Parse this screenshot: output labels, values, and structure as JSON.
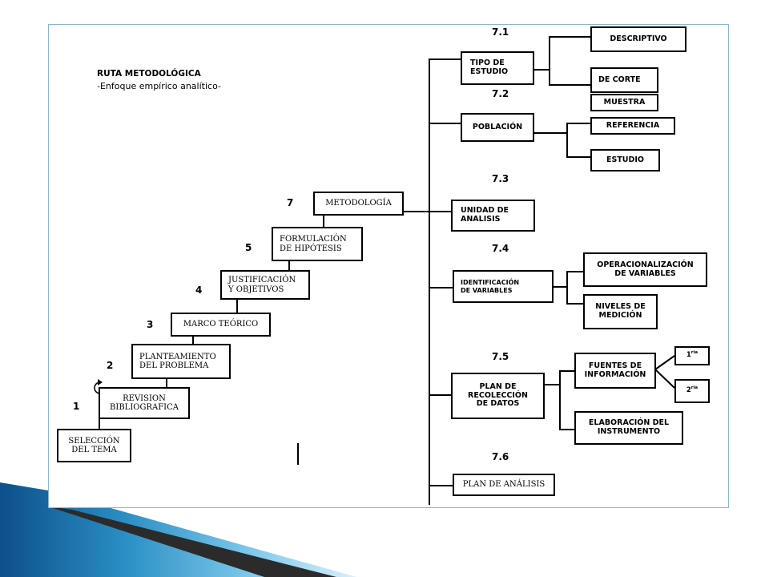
{
  "title": {
    "heading": "RUTA METODOLÓGICA",
    "subheading": "-Enfoque empírico analítico-"
  },
  "steps": [
    {
      "number": "1",
      "label": "SELECCIÓN\nDEL TEMA"
    },
    {
      "number": "2",
      "label": "REVISION\nBIBLIOGRAFICA"
    },
    {
      "number": "",
      "label": "PLANTEAMIENTO\nDEL PROBLEMA"
    },
    {
      "number": "3",
      "label": "MARCO TEÓRICO"
    },
    {
      "number": "4",
      "label": "JUSTIFICACIÓN\nY OBJETIVOS"
    },
    {
      "number": "5",
      "label": "FORMULACIÓN\nDE HIPÓTESIS"
    },
    {
      "number": "7",
      "label": "METODOLOGÍA"
    }
  ],
  "methodology": [
    {
      "number": "7.1",
      "label": "TIPO DE\nESTUDIO",
      "children": [
        "DESCRIPTIVO",
        "DE CORTE"
      ]
    },
    {
      "number": "7.2",
      "label": "POBLACIÓN",
      "pre_label": "MUESTRA",
      "children": [
        "REFERENCIA",
        "ESTUDIO"
      ]
    },
    {
      "number": "7.3",
      "label": "UNIDAD DE\nANALISIS",
      "children": []
    },
    {
      "number": "7.4",
      "label": "IDENTIFICACIÓN\nDE VARIABLES",
      "children": [
        "OPERACIONALIZACIÓN\nDE VARIABLES",
        "NIVELES DE\nMEDICIÓN"
      ]
    },
    {
      "number": "7.5",
      "label": "PLAN DE\nRECOLECCIÓN\nDE DATOS",
      "children": [
        "FUENTES DE\nINFORMACIÓN",
        "ELABORACIÓN DEL\nINSTRUMENTO"
      ]
    },
    {
      "number": "7.6",
      "label": "PLAN DE ANÁLISIS",
      "children": []
    }
  ],
  "sources": [
    {
      "num": "1",
      "sup": "ria"
    },
    {
      "num": "2",
      "sup": "ria"
    }
  ],
  "colors": {
    "frame_border": "#8fb4c9",
    "ribbon_dark": "#0b3f73",
    "ribbon_light": "#bfe3f5"
  }
}
